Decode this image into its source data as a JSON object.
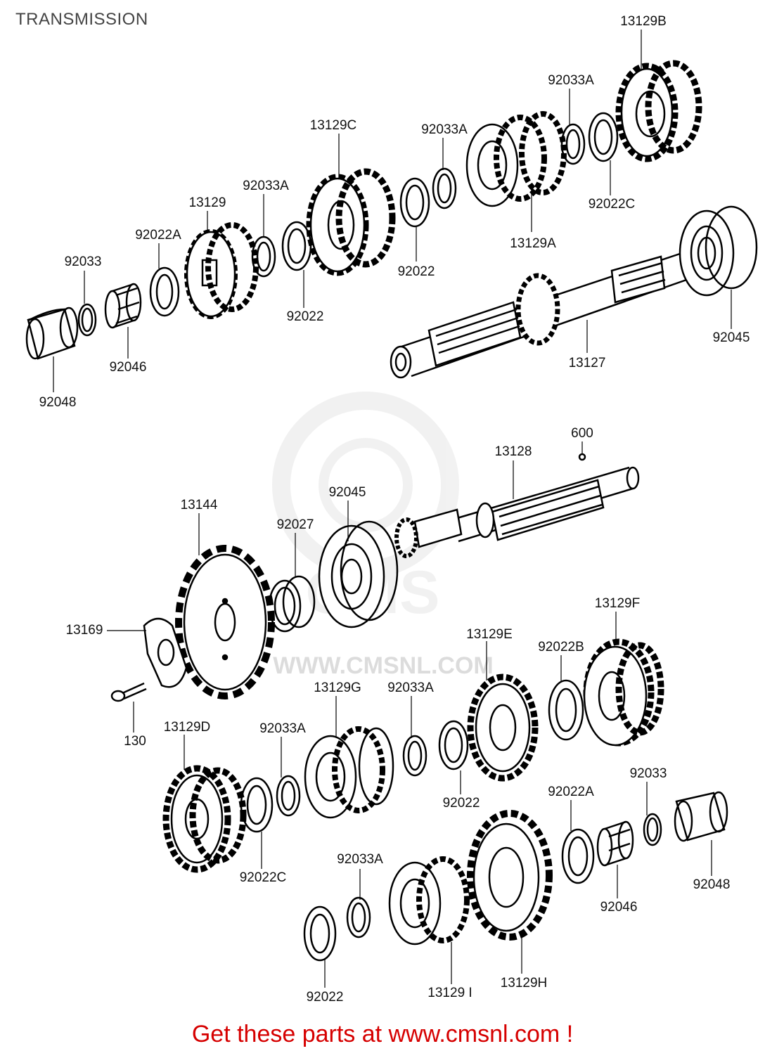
{
  "diagram": {
    "title": "TRANSMISSION",
    "footer": "Get these parts at www.cmsnl.com !",
    "watermark": "WWW.CMSNL.COM",
    "parts": {
      "p13129B": "13129B",
      "p92033A_1": "92033A",
      "p13129C": "13129C",
      "p92033A_2": "92033A",
      "p92033A_3": "92033A",
      "p13129": "13129",
      "p92022A_1": "92022A",
      "p92033_1": "92033",
      "p92022C_1": "92022C",
      "p13129A": "13129A",
      "p92022_1": "92022",
      "p92022_2": "92022",
      "p92046_1": "92046",
      "p92048_1": "92048",
      "p13127": "13127",
      "p92045_1": "92045",
      "p13128": "13128",
      "p600": "600",
      "p92045_2": "92045",
      "p13144": "13144",
      "p92027": "92027",
      "p13169": "13169",
      "p130": "130",
      "p13129F": "13129F",
      "p13129E": "13129E",
      "p92022B": "92022B",
      "p13129G": "13129G",
      "p92033A_4": "92033A",
      "p13129D": "13129D",
      "p92033A_5": "92033A",
      "p92022_3": "92022",
      "p92022A_2": "92022A",
      "p92033_2": "92033",
      "p92022C_2": "92022C",
      "p92033A_6": "92033A",
      "p92046_2": "92046",
      "p92048_2": "92048",
      "p92022_4": "92022",
      "p13129I": "13129 I",
      "p13129H": "13129H"
    }
  }
}
